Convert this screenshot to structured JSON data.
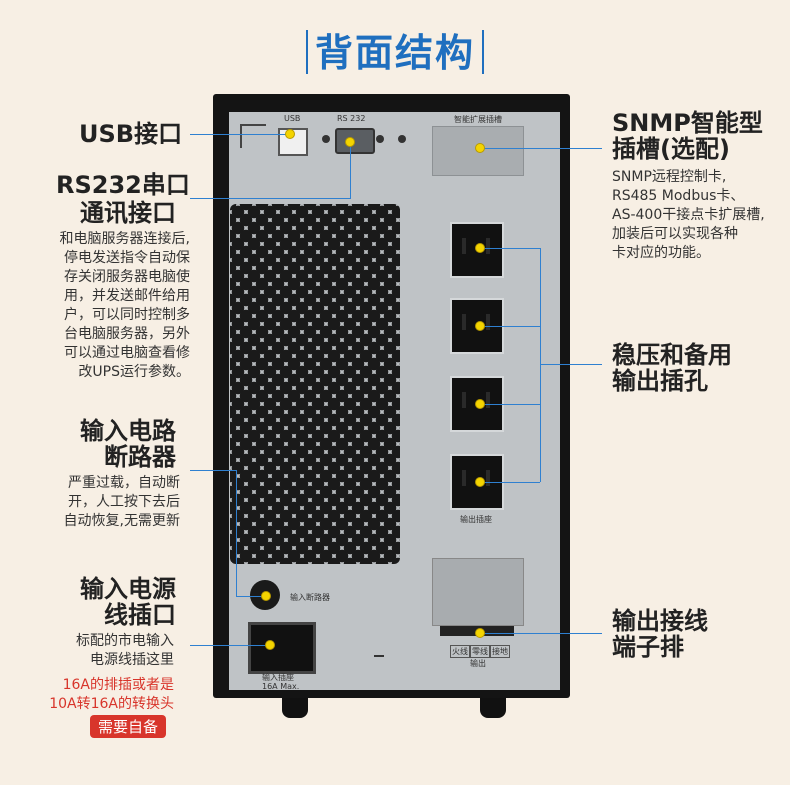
{
  "title": "背面结构",
  "labels": {
    "usb": "USB接口",
    "rs232_line1": "RS232串口",
    "rs232_line2": "通讯接口",
    "breaker_line1": "输入电路",
    "breaker_line2": "断路器",
    "power_line1": "输入电源",
    "power_line2": "线插口",
    "snmp_line1": "SNMP智能型",
    "snmp_line2": "插槽(选配)",
    "output_line1": "稳压和备用",
    "output_line2": "输出插孔",
    "terminal_line1": "输出接线",
    "terminal_line2": "端子排"
  },
  "descriptions": {
    "rs232": [
      "和电脑服务器连接后,",
      "停电发送指令自动保",
      "存关闭服务器电脑使",
      "用，并发送邮件给用",
      "户，可以同时控制多",
      "台电脑服务器，另外",
      "可以通过电脑查看修",
      "改UPS运行参数。"
    ],
    "breaker": [
      "严重过载，自动断",
      "开，人工按下去后",
      "自动恢复,无需更新"
    ],
    "power": [
      "标配的市电输入",
      "电源线插这里"
    ],
    "power_red": [
      "16A的排插或者是",
      "10A转16A的转换头"
    ],
    "power_badge": "需要自备",
    "snmp": [
      "SNMP远程控制卡,",
      "RS485 Modbus卡、",
      "AS-400干接点卡扩展槽,",
      "加装后可以实现各种",
      "卡对应的功能。"
    ]
  },
  "panel_text": {
    "usb": "USB",
    "rs232": "RS 232",
    "snmp_slot": "智能扩展插槽",
    "output_socket": "输出插座",
    "input_breaker": "输入断路器",
    "input_socket": "输入插座",
    "input_socket_rating": "16A  Max.",
    "terminal_fire": "火线",
    "terminal_neutral": "零线",
    "terminal_ground": "接地",
    "terminal_output": "输出"
  },
  "colors": {
    "accent": "#1f6fbf",
    "line": "#2f80d0",
    "dot": "#f4d400",
    "warn": "#d8352b"
  }
}
